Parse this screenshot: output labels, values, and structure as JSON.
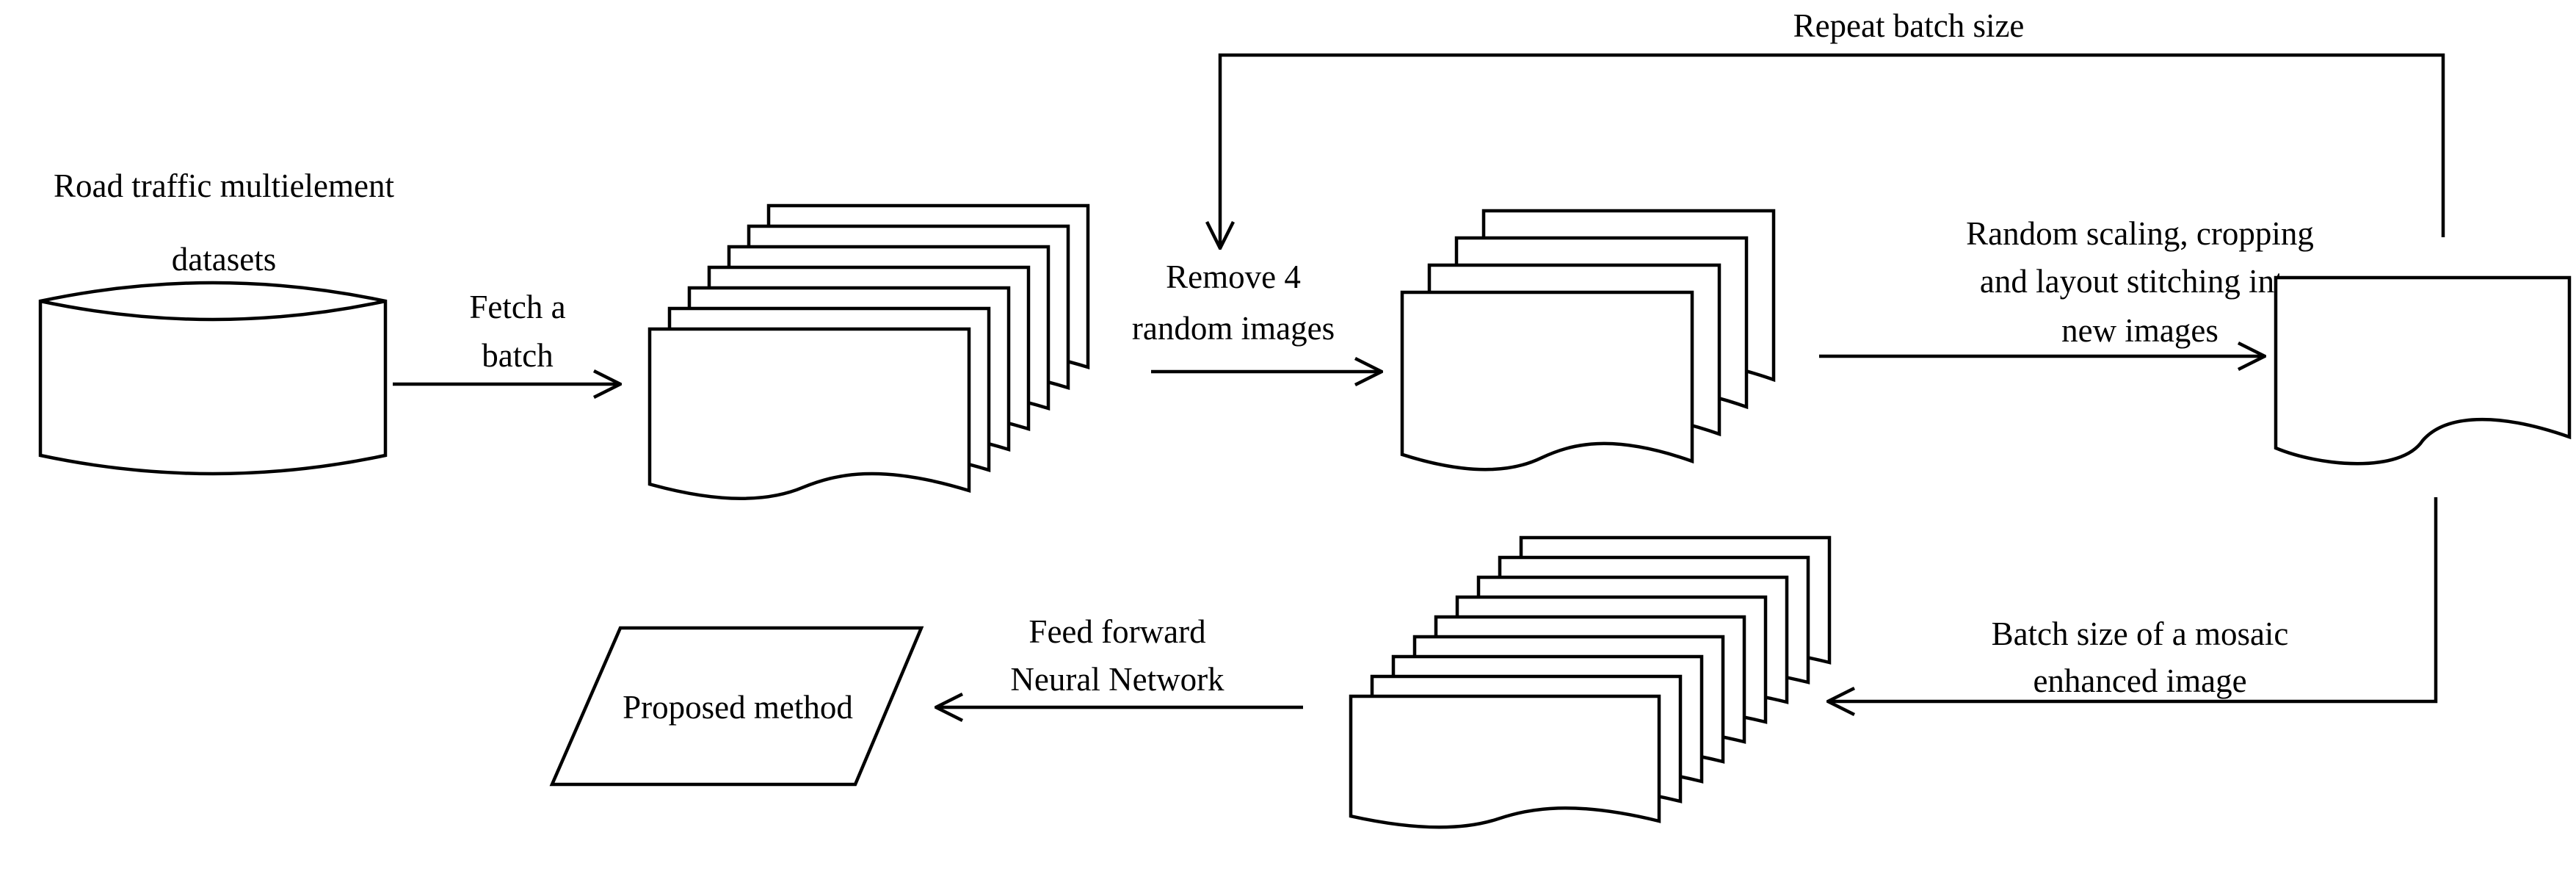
{
  "labels": {
    "source_line1": "Road traffic multielement",
    "source_line2": "datasets",
    "fetch_line1": "Fetch a",
    "fetch_line2": "batch",
    "remove_line1": "Remove 4",
    "remove_line2": "random images",
    "stitch_line1": "Random scaling, cropping",
    "stitch_line2": "and layout stitching into",
    "stitch_line3": "new images",
    "repeat": "Repeat batch size",
    "mosaic_line1": "Batch size of a mosaic",
    "mosaic_line2": "enhanced image",
    "feed_line1": "Feed forward",
    "feed_line2": "Neural Network",
    "result": "Proposed method"
  },
  "stacks": {
    "batch_sheet_count": 7,
    "selected_sheet_count": 4,
    "mosaic_sheet_count": 9
  },
  "icons": [
    "database-icon",
    "document-icon",
    "parallelogram-icon",
    "arrow-icon"
  ]
}
